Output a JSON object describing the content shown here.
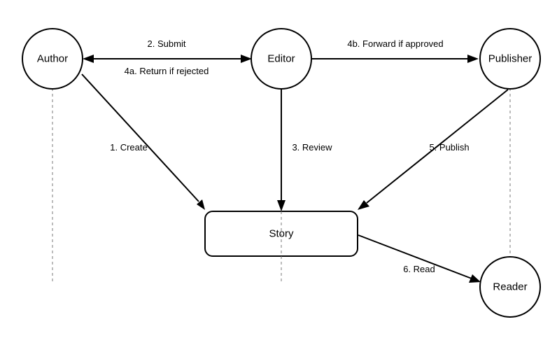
{
  "nodes": {
    "author": "Author",
    "editor": "Editor",
    "publisher": "Publisher",
    "story": "Story",
    "reader": "Reader"
  },
  "edges": {
    "create": "1. Create",
    "submit": "2. Submit",
    "review": "3. Review",
    "return_if_rejected": "4a. Return if rejected",
    "forward_if_approved": "4b. Forward if approved",
    "publish": "5. Publish",
    "read": "6. Read"
  },
  "colors": {
    "stroke": "#000000",
    "lifeline": "#7a7a7a",
    "background": "#ffffff"
  }
}
